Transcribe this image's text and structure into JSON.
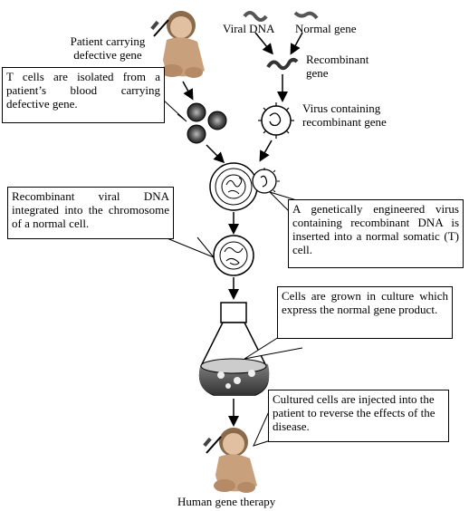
{
  "labels": {
    "patient_top": "Patient carrying\ndefective gene",
    "viral_dna": "Viral DNA",
    "normal_gene": "Normal gene",
    "recombinant_gene": "Recombinant\ngene",
    "virus_containing": "Virus containing\nrecombinant gene",
    "caption": "Human gene therapy"
  },
  "boxes": {
    "t_cells": "T cells are isolated from a patient’s blood carrying defective gene.",
    "recombinant_viral": "Recombinant viral DNA integrated into the chromosome of a normal cell.",
    "engineered_virus": "A genetically engineered virus containing recombinant DNA is inserted into a normal somatic (T) cell.",
    "culture": "Cells are grown in culture which express the normal gene product.",
    "injected": "Cultured cells are injected into the patient to reverse the effects of the disease."
  }
}
